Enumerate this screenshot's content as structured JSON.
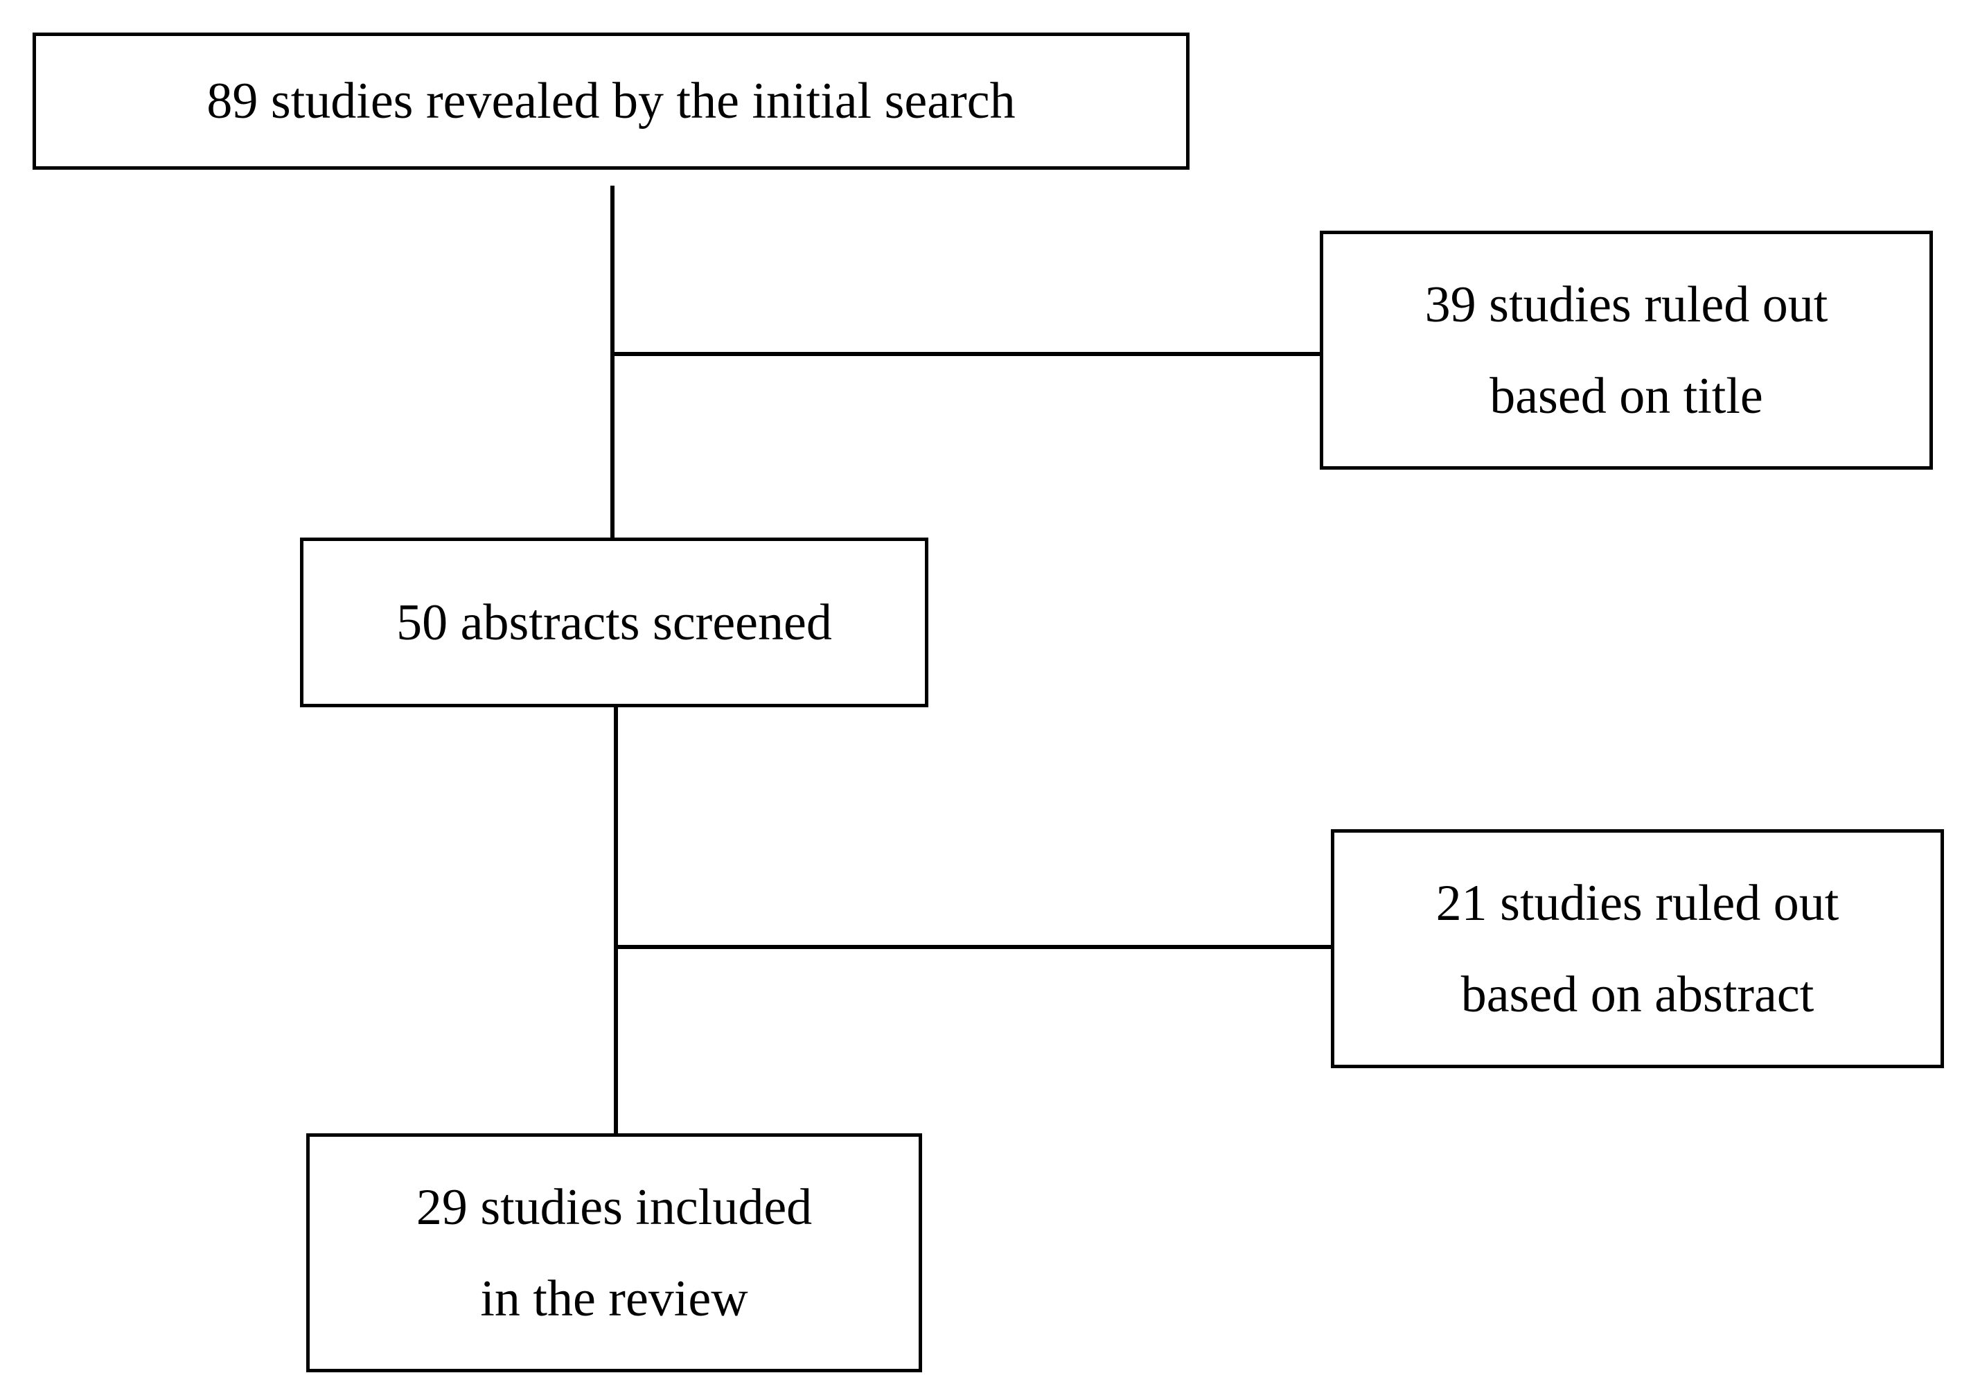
{
  "flowchart": {
    "initial_search": {
      "line1": "89 studies revealed by the initial search"
    },
    "excluded_by_title": {
      "line1": "39 studies ruled out",
      "line2": "based on title"
    },
    "abstracts_screened": {
      "line1": "50 abstracts screened"
    },
    "excluded_by_abstract": {
      "line1": "21 studies ruled out",
      "line2": "based on abstract"
    },
    "included": {
      "line1": "29 studies included",
      "line2": "in the review"
    }
  },
  "colors": {
    "stroke": "#000000",
    "background": "#ffffff"
  }
}
